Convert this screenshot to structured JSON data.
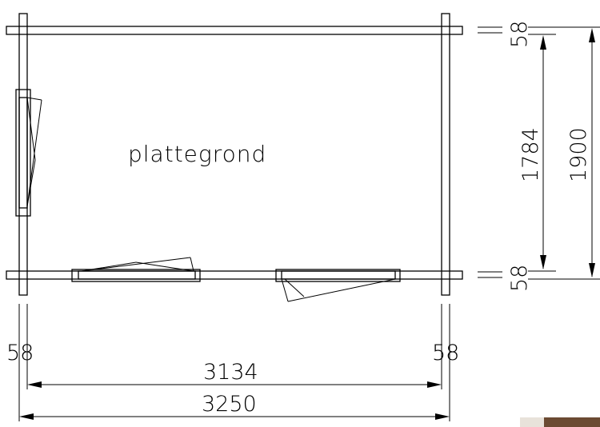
{
  "drawing": {
    "title": "plattegrond",
    "dimensions": {
      "wall_thickness_left": "58",
      "wall_thickness_right": "58",
      "wall_thickness_top": "58",
      "wall_thickness_bottom": "58",
      "inner_width": "3134",
      "outer_width": "3250",
      "inner_depth": "1784",
      "outer_depth": "1900"
    }
  },
  "colors": {
    "line": "#000000",
    "background": "#ffffff",
    "photo_corner": "#6b4a32"
  }
}
